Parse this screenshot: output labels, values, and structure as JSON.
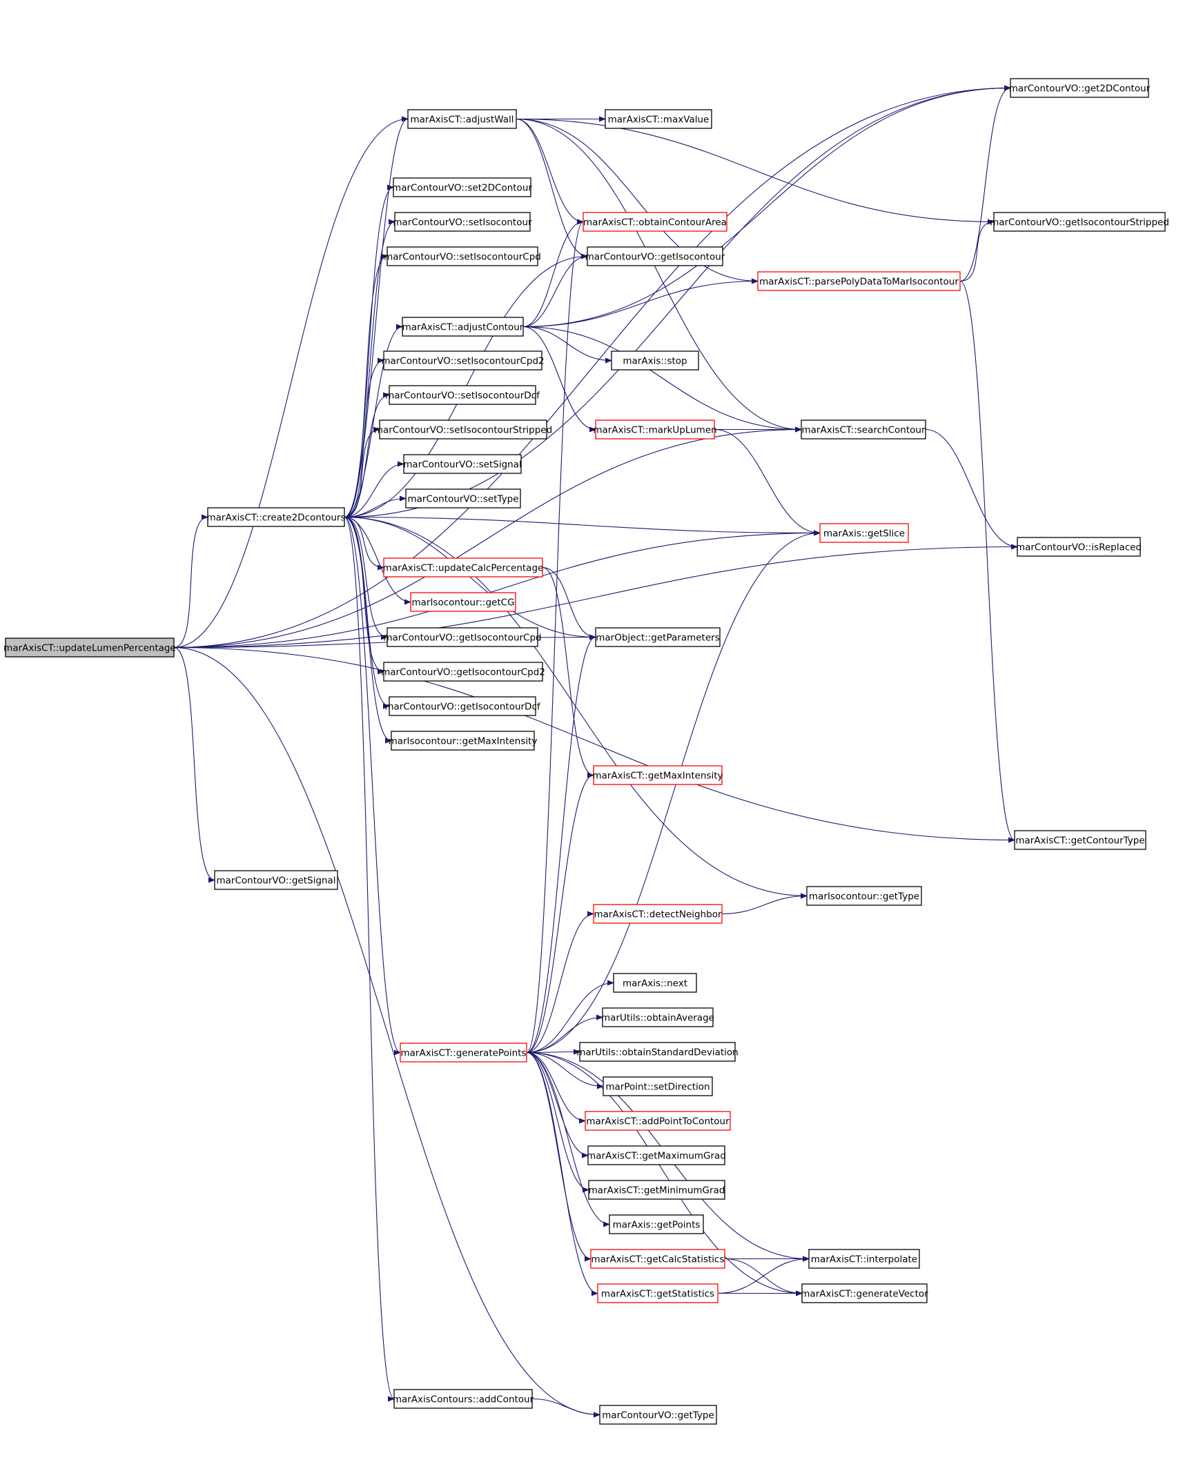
{
  "graph": {
    "edge_color": "#191970",
    "truncated_border_color": "#ff0000",
    "root_fill_color": "#bfbfbf",
    "root": "marAxisCT::updateLumenPercentage",
    "nodes": [
      {
        "id": "updateLumenPercentage",
        "label": "marAxisCT::updateLumenPercentage",
        "style": "root"
      },
      {
        "id": "create2Dcontours",
        "label": "marAxisCT::create2Dcontours",
        "style": "normal"
      },
      {
        "id": "getSignal",
        "label": "marContourVO::getSignal",
        "style": "normal"
      },
      {
        "id": "adjustWall",
        "label": "marAxisCT::adjustWall",
        "style": "normal"
      },
      {
        "id": "maxValue",
        "label": "marAxisCT::maxValue",
        "style": "normal"
      },
      {
        "id": "set2DContour",
        "label": "marContourVO::set2DContour",
        "style": "normal"
      },
      {
        "id": "setIsocontour",
        "label": "marContourVO::setIsocontour",
        "style": "normal"
      },
      {
        "id": "setIsocontourCpd",
        "label": "marContourVO::setIsocontourCpd",
        "style": "normal"
      },
      {
        "id": "adjustContour",
        "label": "marAxisCT::adjustContour",
        "style": "normal"
      },
      {
        "id": "setIsocontourCpd2",
        "label": "marContourVO::setIsocontourCpd2",
        "style": "normal"
      },
      {
        "id": "setIsocontourDcf",
        "label": "marContourVO::setIsocontourDcf",
        "style": "normal"
      },
      {
        "id": "setIsocontourStripped",
        "label": "marContourVO::setIsocontourStripped",
        "style": "normal"
      },
      {
        "id": "setSignal",
        "label": "marContourVO::setSignal",
        "style": "normal"
      },
      {
        "id": "setType",
        "label": "marContourVO::setType",
        "style": "normal"
      },
      {
        "id": "updateCalcPercentage",
        "label": "marAxisCT::updateCalcPercentage",
        "style": "truncated"
      },
      {
        "id": "getCG",
        "label": "marIsocontour::getCG",
        "style": "truncated"
      },
      {
        "id": "getIsocontourCpd",
        "label": "marContourVO::getIsocontourCpd",
        "style": "normal"
      },
      {
        "id": "getIsocontourCpd2",
        "label": "marContourVO::getIsocontourCpd2",
        "style": "normal"
      },
      {
        "id": "getIsocontourDcf",
        "label": "marContourVO::getIsocontourDcf",
        "style": "normal"
      },
      {
        "id": "isoGetMaxIntensity",
        "label": "marIsocontour::getMaxIntensity",
        "style": "normal"
      },
      {
        "id": "generatePoints",
        "label": "marAxisCT::generatePoints",
        "style": "truncated"
      },
      {
        "id": "addContour",
        "label": "marAxisContours::addContour",
        "style": "normal"
      },
      {
        "id": "obtainContourArea",
        "label": "marAxisCT::obtainContourArea",
        "style": "truncated"
      },
      {
        "id": "getIsocontour",
        "label": "marContourVO::getIsocontour",
        "style": "normal"
      },
      {
        "id": "stop",
        "label": "marAxis::stop",
        "style": "normal"
      },
      {
        "id": "markUpLumen",
        "label": "marAxisCT::markUpLumen",
        "style": "truncated"
      },
      {
        "id": "getParameters",
        "label": "marObject::getParameters",
        "style": "normal"
      },
      {
        "id": "ctGetMaxIntensity",
        "label": "marAxisCT::getMaxIntensity",
        "style": "truncated"
      },
      {
        "id": "detectNeighbor",
        "label": "marAxisCT::detectNeighbor",
        "style": "truncated"
      },
      {
        "id": "next",
        "label": "marAxis::next",
        "style": "normal"
      },
      {
        "id": "obtainAverage",
        "label": "marUtils::obtainAverage",
        "style": "normal"
      },
      {
        "id": "obtainStandardDeviation",
        "label": "marUtils::obtainStandardDeviation",
        "style": "normal"
      },
      {
        "id": "setDirection",
        "label": "marPoint::setDirection",
        "style": "normal"
      },
      {
        "id": "addPointToContour",
        "label": "marAxisCT::addPointToContour",
        "style": "truncated"
      },
      {
        "id": "getMaximumGrad",
        "label": "marAxisCT::getMaximumGrad",
        "style": "normal"
      },
      {
        "id": "getMinimumGrad",
        "label": "marAxisCT::getMinimumGrad",
        "style": "normal"
      },
      {
        "id": "getPoints",
        "label": "marAxis::getPoints",
        "style": "normal"
      },
      {
        "id": "getCalcStatistics",
        "label": "marAxisCT::getCalcStatistics",
        "style": "truncated"
      },
      {
        "id": "getStatistics",
        "label": "marAxisCT::getStatistics",
        "style": "truncated"
      },
      {
        "id": "contourGetType",
        "label": "marContourVO::getType",
        "style": "normal"
      },
      {
        "id": "parsePolyData",
        "label": "marAxisCT::parsePolyDataToMarIsocontour",
        "style": "truncated"
      },
      {
        "id": "searchContour",
        "label": "marAxisCT::searchContour",
        "style": "normal"
      },
      {
        "id": "getSlice",
        "label": "marAxis::getSlice",
        "style": "truncated"
      },
      {
        "id": "isoGetType",
        "label": "marIsocontour::getType",
        "style": "normal"
      },
      {
        "id": "interpolate",
        "label": "marAxisCT::interpolate",
        "style": "normal"
      },
      {
        "id": "generateVector",
        "label": "marAxisCT::generateVector",
        "style": "normal"
      },
      {
        "id": "get2DContour",
        "label": "marContourVO::get2DContour",
        "style": "normal"
      },
      {
        "id": "getIsocontourStripped",
        "label": "marContourVO::getIsocontourStripped",
        "style": "normal"
      },
      {
        "id": "isReplaced",
        "label": "marContourVO::isReplaced",
        "style": "normal"
      },
      {
        "id": "getContourType",
        "label": "marAxisCT::getContourType",
        "style": "normal"
      }
    ],
    "edges": [
      [
        "updateLumenPercentage",
        "create2Dcontours"
      ],
      [
        "updateLumenPercentage",
        "getSignal"
      ],
      [
        "updateLumenPercentage",
        "adjustWall"
      ],
      [
        "updateLumenPercentage",
        "get2DContour"
      ],
      [
        "updateLumenPercentage",
        "getParameters"
      ],
      [
        "updateLumenPercentage",
        "searchContour"
      ],
      [
        "updateLumenPercentage",
        "getSlice"
      ],
      [
        "updateLumenPercentage",
        "isReplaced"
      ],
      [
        "updateLumenPercentage",
        "contourGetType"
      ],
      [
        "updateLumenPercentage",
        "getContourType"
      ],
      [
        "create2Dcontours",
        "adjustWall"
      ],
      [
        "create2Dcontours",
        "set2DContour"
      ],
      [
        "create2Dcontours",
        "setIsocontour"
      ],
      [
        "create2Dcontours",
        "setIsocontourCpd"
      ],
      [
        "create2Dcontours",
        "adjustContour"
      ],
      [
        "create2Dcontours",
        "setIsocontourCpd2"
      ],
      [
        "create2Dcontours",
        "setIsocontourDcf"
      ],
      [
        "create2Dcontours",
        "setIsocontourStripped"
      ],
      [
        "create2Dcontours",
        "setSignal"
      ],
      [
        "create2Dcontours",
        "setType"
      ],
      [
        "create2Dcontours",
        "updateCalcPercentage"
      ],
      [
        "create2Dcontours",
        "getCG"
      ],
      [
        "create2Dcontours",
        "getIsocontourCpd"
      ],
      [
        "create2Dcontours",
        "getIsocontourCpd2"
      ],
      [
        "create2Dcontours",
        "getIsocontourDcf"
      ],
      [
        "create2Dcontours",
        "isoGetMaxIntensity"
      ],
      [
        "create2Dcontours",
        "generatePoints"
      ],
      [
        "create2Dcontours",
        "addContour"
      ],
      [
        "create2Dcontours",
        "getSlice"
      ],
      [
        "create2Dcontours",
        "getIsocontour"
      ],
      [
        "create2Dcontours",
        "get2DContour"
      ],
      [
        "create2Dcontours",
        "isoGetType"
      ],
      [
        "create2Dcontours",
        "getParameters"
      ],
      [
        "adjustWall",
        "maxValue"
      ],
      [
        "adjustWall",
        "obtainContourArea"
      ],
      [
        "adjustWall",
        "getIsocontour"
      ],
      [
        "adjustWall",
        "parsePolyData"
      ],
      [
        "adjustWall",
        "searchContour"
      ],
      [
        "adjustWall",
        "getIsocontourStripped"
      ],
      [
        "adjustContour",
        "obtainContourArea"
      ],
      [
        "adjustContour",
        "getIsocontour"
      ],
      [
        "adjustContour",
        "parsePolyData"
      ],
      [
        "adjustContour",
        "stop"
      ],
      [
        "adjustContour",
        "markUpLumen"
      ],
      [
        "adjustContour",
        "searchContour"
      ],
      [
        "adjustContour",
        "get2DContour"
      ],
      [
        "markUpLumen",
        "searchContour"
      ],
      [
        "markUpLumen",
        "getSlice"
      ],
      [
        "updateCalcPercentage",
        "getParameters"
      ],
      [
        "updateCalcPercentage",
        "ctGetMaxIntensity"
      ],
      [
        "generatePoints",
        "detectNeighbor"
      ],
      [
        "generatePoints",
        "next"
      ],
      [
        "generatePoints",
        "obtainAverage"
      ],
      [
        "generatePoints",
        "obtainStandardDeviation"
      ],
      [
        "generatePoints",
        "setDirection"
      ],
      [
        "generatePoints",
        "addPointToContour"
      ],
      [
        "generatePoints",
        "getMaximumGrad"
      ],
      [
        "generatePoints",
        "getMinimumGrad"
      ],
      [
        "generatePoints",
        "getPoints"
      ],
      [
        "generatePoints",
        "getCalcStatistics"
      ],
      [
        "generatePoints",
        "getStatistics"
      ],
      [
        "generatePoints",
        "getParameters"
      ],
      [
        "generatePoints",
        "ctGetMaxIntensity"
      ],
      [
        "generatePoints",
        "obtainContourArea"
      ],
      [
        "generatePoints",
        "getSlice"
      ],
      [
        "generatePoints",
        "interpolate"
      ],
      [
        "generatePoints",
        "generateVector"
      ],
      [
        "detectNeighbor",
        "isoGetType"
      ],
      [
        "getCalcStatistics",
        "interpolate"
      ],
      [
        "getCalcStatistics",
        "generateVector"
      ],
      [
        "getStatistics",
        "interpolate"
      ],
      [
        "getStatistics",
        "generateVector"
      ],
      [
        "addContour",
        "contourGetType"
      ],
      [
        "parsePolyData",
        "get2DContour"
      ],
      [
        "parsePolyData",
        "getIsocontourStripped"
      ],
      [
        "parsePolyData",
        "getContourType"
      ],
      [
        "searchContour",
        "isReplaced"
      ]
    ]
  }
}
